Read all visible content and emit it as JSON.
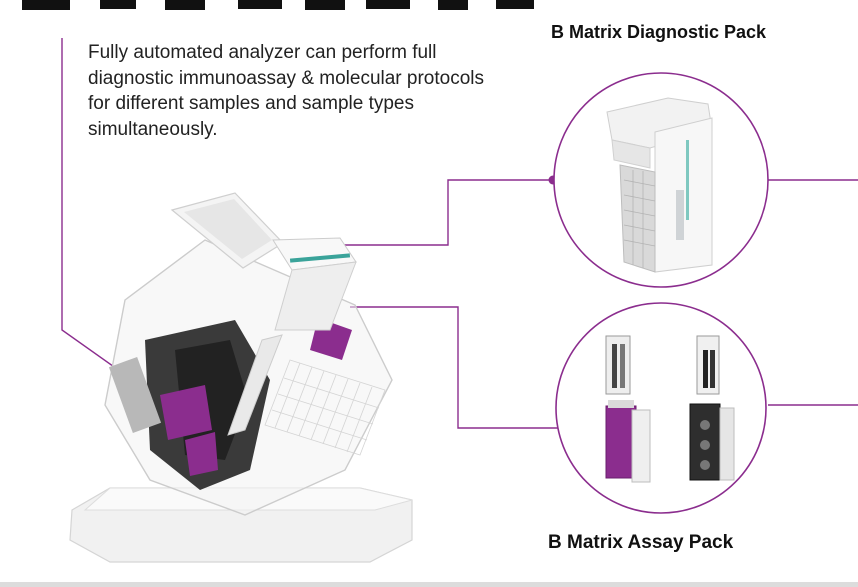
{
  "heading_fragment": "",
  "description": "Fully automated analyzer can perform full diagnostic immunoassay & molecular protocols for different samples and sample types simultaneously.",
  "callouts": {
    "diagnostic_pack_label": "B Matrix Diagnostic Pack",
    "assay_pack_label": "B Matrix Assay Pack"
  },
  "colors": {
    "accent_purple": "#8b2d8e",
    "connector_line": "#8b2d8e",
    "text": "#222222"
  },
  "icons": {
    "analyzer": "analyzer-illustration",
    "diagnostic_pack": "diagnostic-pack-illustration",
    "assay_pack": "assay-pack-illustration"
  }
}
